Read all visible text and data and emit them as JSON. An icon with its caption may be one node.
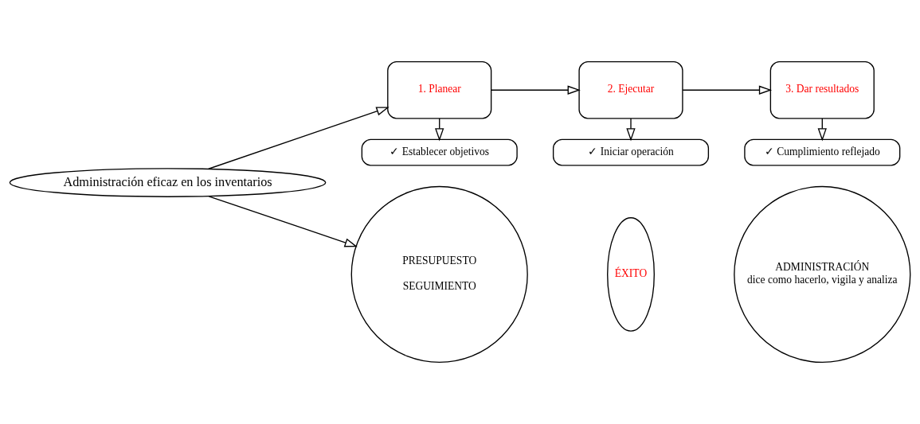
{
  "diagram": {
    "nodes": [
      {
        "text": [
          "Administración eficaz en los inventarios"
        ]
      },
      {
        "text": [
          "1. Planear"
        ]
      },
      {
        "text": [
          "2. Ejecutar"
        ]
      },
      {
        "text": [
          "3. Dar resultados"
        ]
      },
      {
        "text": [
          "✓ Establecer objetivos"
        ]
      },
      {
        "text": [
          "✓ Iniciar operación"
        ]
      },
      {
        "text": [
          "✓ Cumplimiento reflejado"
        ]
      },
      {
        "text": [
          "PRESUPUESTO",
          "SEGUIMIENTO"
        ]
      },
      {
        "text": [
          "ÉXITO"
        ]
      },
      {
        "text": [
          "ADMINISTRACIÓN",
          "dice como hacerlo, vigila y analiza"
        ]
      }
    ],
    "edges": [
      {
        "from": 0,
        "to": 1,
        "arrow": "to"
      },
      {
        "from": 1,
        "to": 2,
        "arrow": "to"
      },
      {
        "from": 2,
        "to": 3,
        "arrow": "to"
      },
      {
        "from": 1,
        "to": 4,
        "arrow": "to"
      },
      {
        "from": 2,
        "to": 5,
        "arrow": "to"
      },
      {
        "from": 3,
        "to": 6,
        "arrow": "to"
      },
      {
        "from": 0,
        "to": 7,
        "arrow": "to"
      }
    ]
  }
}
